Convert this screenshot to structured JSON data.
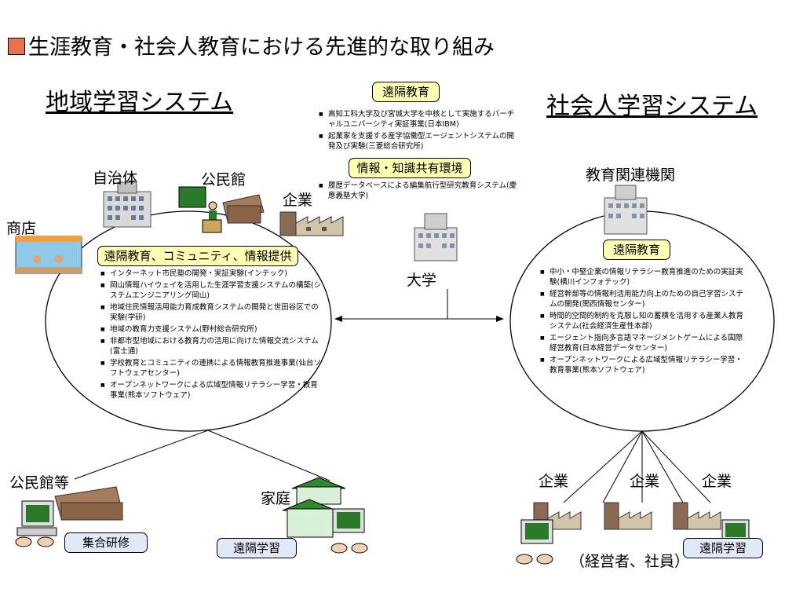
{
  "title": "生涯教育・社会人教育における先進的な取り組み",
  "left_system": {
    "heading": "地域学習システム",
    "nodes": {
      "municipality": "自治体",
      "community_hall": "公民館",
      "company": "企業",
      "shop": "商店"
    },
    "box_label": "遠隔教育、コミュニティ、情報提供",
    "items": [
      "インターネット市民塾の開発・実証実験(インテック)",
      "岡山情報ハイウェイを活用した生涯学習支援システムの構築(システムエンジニアリング岡山)",
      "地域住民情報活用能力育成教育システムの開発と世田谷区での実験(学研)",
      "地域の教育力支援システム(野村総合研究所)",
      "非都市型地域における教育力の活用に向けた情報交流システム(富士通)",
      "学校教育とコミュニティの連携による情報教育推進事業(仙台ソフトウェアセンター)",
      "オープンネットワークによる広域型情報リテラシー学習・教育事業(熊本ソフトウェア)"
    ],
    "bottom": {
      "hall_label": "公民館等",
      "home_label": "家庭",
      "group_training": "集合研修",
      "remote_learning": "遠隔学習"
    }
  },
  "center": {
    "remote_ed": "遠隔教育",
    "remote_items": [
      "高知工科大学及び宮城大学を中核として実施するバーチャルユニバーシティ実証事業(日本IBM)",
      "起業家を支援する産学協働型エージェントシステムの開発及び実験(三菱総合研究所)"
    ],
    "info_share": "情報・知識共有環境",
    "info_items": [
      "履歴データベースによる編集航行型研究教育システム(慶應義塾大学)"
    ],
    "university": "大学"
  },
  "right_system": {
    "heading": "社会人学習システム",
    "inst_label": "教育関連機関",
    "box_label": "遠隔教育",
    "items": [
      "中小・中堅企業の情報リテラシー教育推進のための実証実験(横川インフォテック)",
      "経営幹部等の情報利活用能力向上のための自己学習システムの開発(関西情報センター)",
      "時間的空間的制約を克服し知の蓄積を活用する産業人教育システム(社会経済生産性本部)",
      "エージェント指向多言語マネージメントゲームによる国際経営教育(日本経営データセンター)",
      "オープンネットワークによる広域型情報リテラシー学習・教育事業(熊本ソフトウェア)"
    ],
    "companies": [
      "企業",
      "企業",
      "企業"
    ],
    "members": "（経営者、社員）",
    "remote_learning": "遠隔学習"
  }
}
